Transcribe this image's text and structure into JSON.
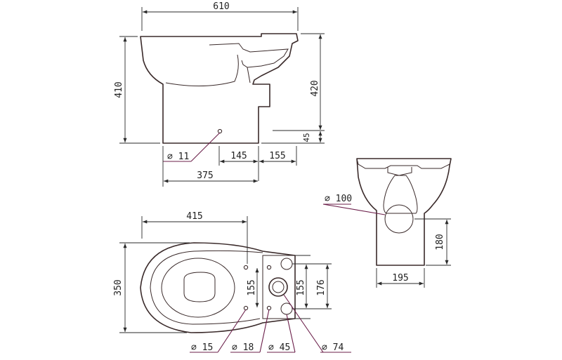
{
  "diagram": {
    "side_view": {
      "width_label": "610",
      "height_label": "410",
      "outlet_height_label": "420",
      "outlet_offset_label": "45",
      "hole_label": "∅ 11",
      "dim_145": "145",
      "dim_155": "155",
      "dim_375": "375"
    },
    "front_view": {
      "outlet_label": "∅ 100",
      "height_label": "180",
      "width_label": "195"
    },
    "top_view": {
      "length_label": "415",
      "width_label": "350",
      "dim_155_left": "155",
      "dim_155_right": "155",
      "dim_176": "176",
      "hole_15": "∅ 15",
      "hole_18": "∅ 18",
      "hole_45": "∅ 45",
      "hole_74": "∅ 74"
    }
  }
}
